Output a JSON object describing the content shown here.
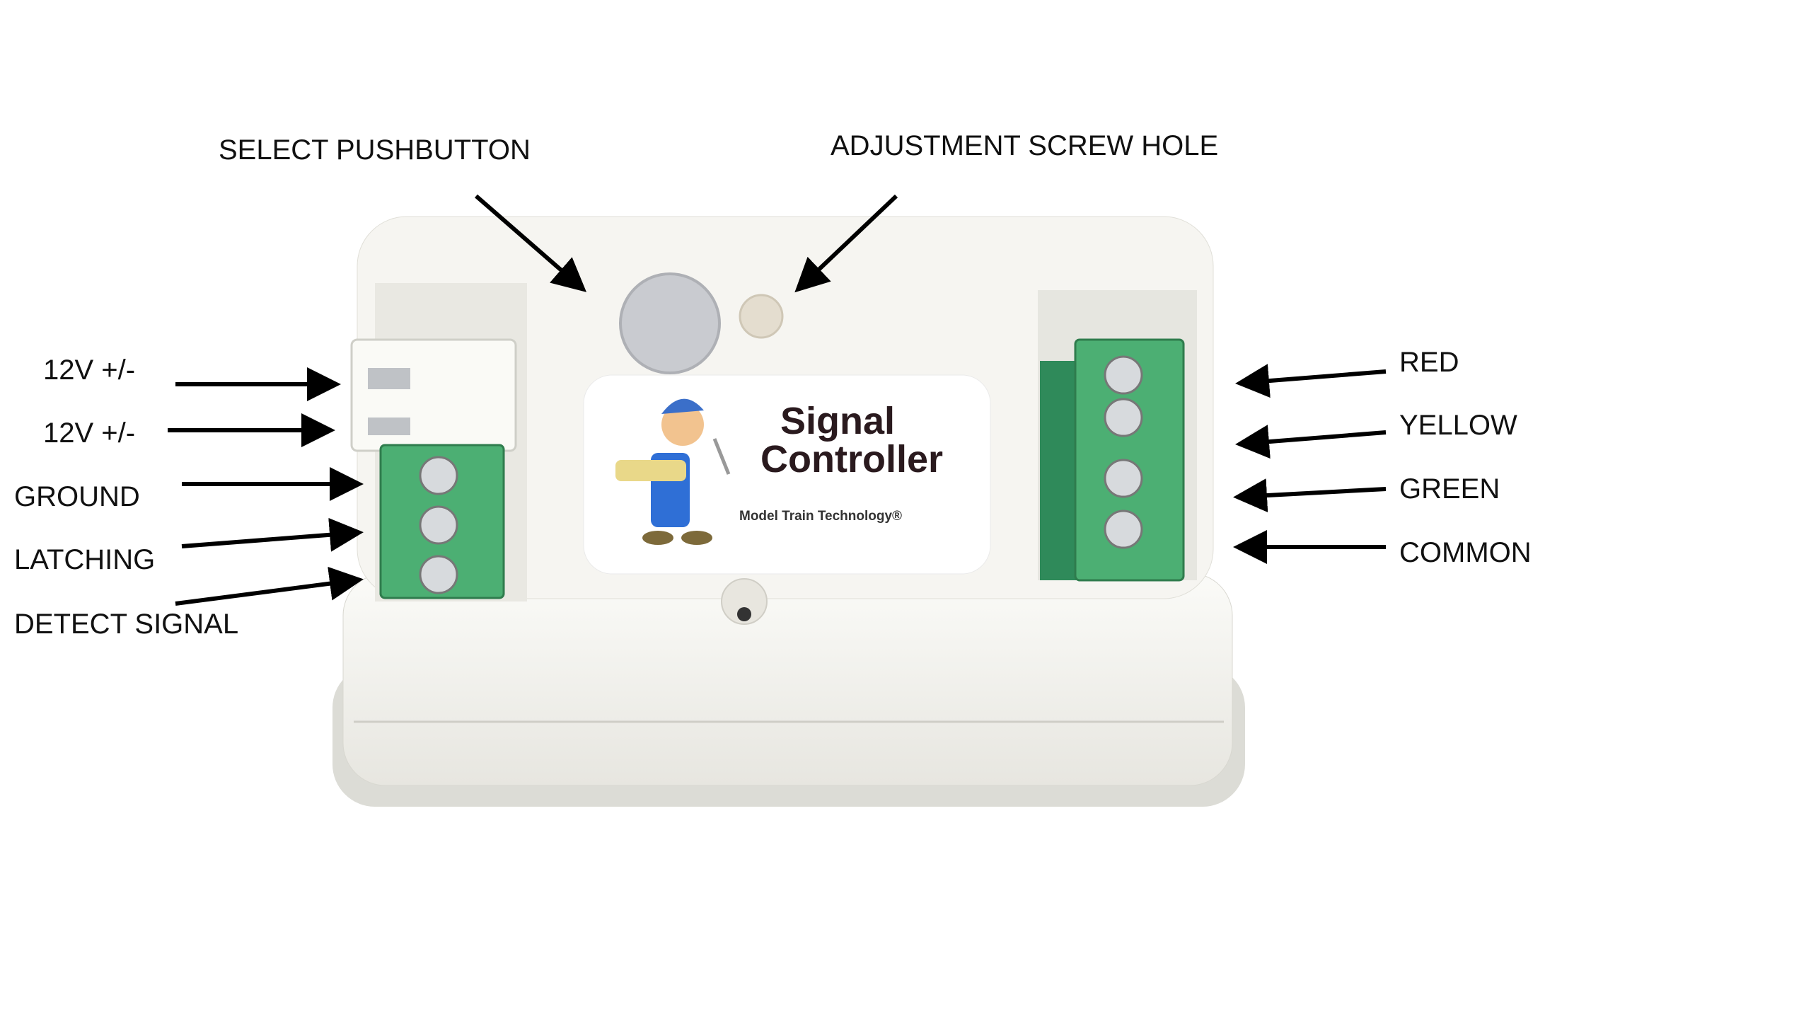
{
  "callouts": {
    "select_pushbutton": "SELECT PUSHBUTTON",
    "adjustment_screw_hole": "ADJUSTMENT SCREW HOLE",
    "left": [
      "12V +/-",
      "12V +/-",
      "GROUND",
      "LATCHING",
      "DETECT SIGNAL"
    ],
    "right": [
      "RED",
      "YELLOW",
      "GREEN",
      "COMMON"
    ]
  },
  "device_label": {
    "title_line1": "Signal",
    "title_line2": "Controller",
    "brand": "Model Train Technology®"
  },
  "colors": {
    "case": "#f4f3ef",
    "terminal_green": "#4caf73",
    "button_gray": "#c9cbd0"
  }
}
